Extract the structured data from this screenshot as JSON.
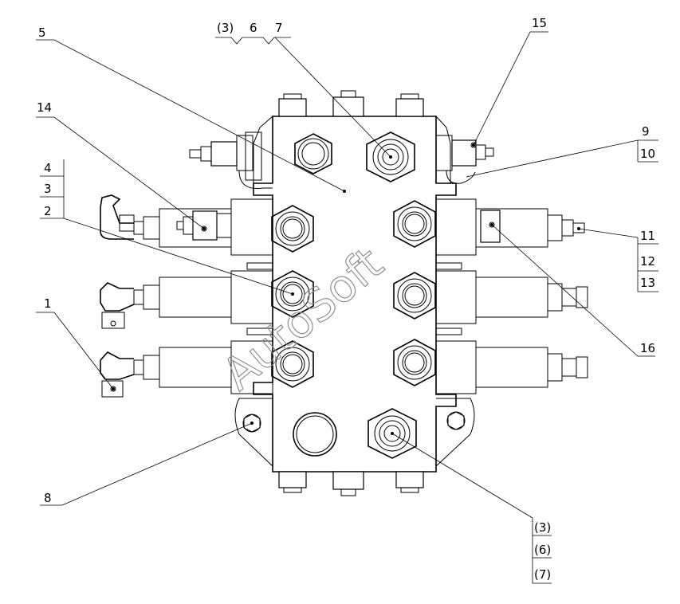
{
  "watermark": "AutoSoft",
  "labels": {
    "top_group_3": "(3)",
    "top_group_6": "6",
    "top_group_7": "7",
    "l5": "5",
    "l14": "14",
    "l4": "4",
    "l3": "3",
    "l2": "2",
    "l1": "1",
    "l8": "8",
    "l15": "15",
    "l9": "9",
    "l10": "10",
    "l11": "11",
    "l12": "12",
    "l13": "13",
    "l16": "16",
    "b3": "(3)",
    "b6": "(6)",
    "b7": "(7)"
  }
}
